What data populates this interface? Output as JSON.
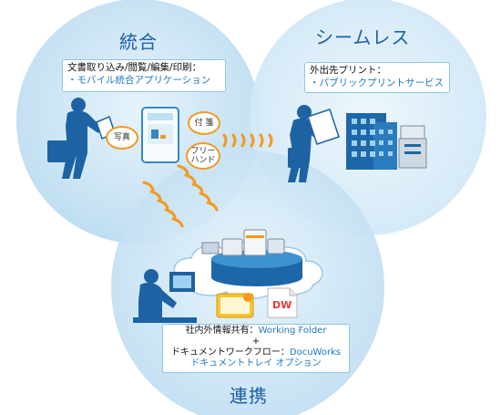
{
  "titles": {
    "integration": "統合",
    "seamless": "シームレス",
    "collaboration": "連携"
  },
  "integration_box": {
    "line1": "文書取り込み/閲覧/編集/印刷：",
    "line2": "・モバイル統合アプリケーション"
  },
  "seamless_box": {
    "line1": "外出先プリント：",
    "line2": "・パブリックプリントサービス"
  },
  "collab_box": {
    "line1_label": "社内外情報共有：",
    "line1_value": "Working Folder",
    "plus": "+",
    "line2_label": "ドキュメントワークフロー：",
    "line2_value": "DocuWorks",
    "line3": "ドキュメントトレイ オプション"
  },
  "bubbles": {
    "photo": "写真",
    "sticky": "付 箋",
    "freehand": "フリー\nハンド"
  },
  "dw_icon": "DW",
  "colors": {
    "circle_fill": "#cfe7f6",
    "title_blue": "#1f5fa6",
    "link_blue": "#1a78c2",
    "signal_orange": "#f39a1e",
    "person_blue": "#1d63a3"
  }
}
